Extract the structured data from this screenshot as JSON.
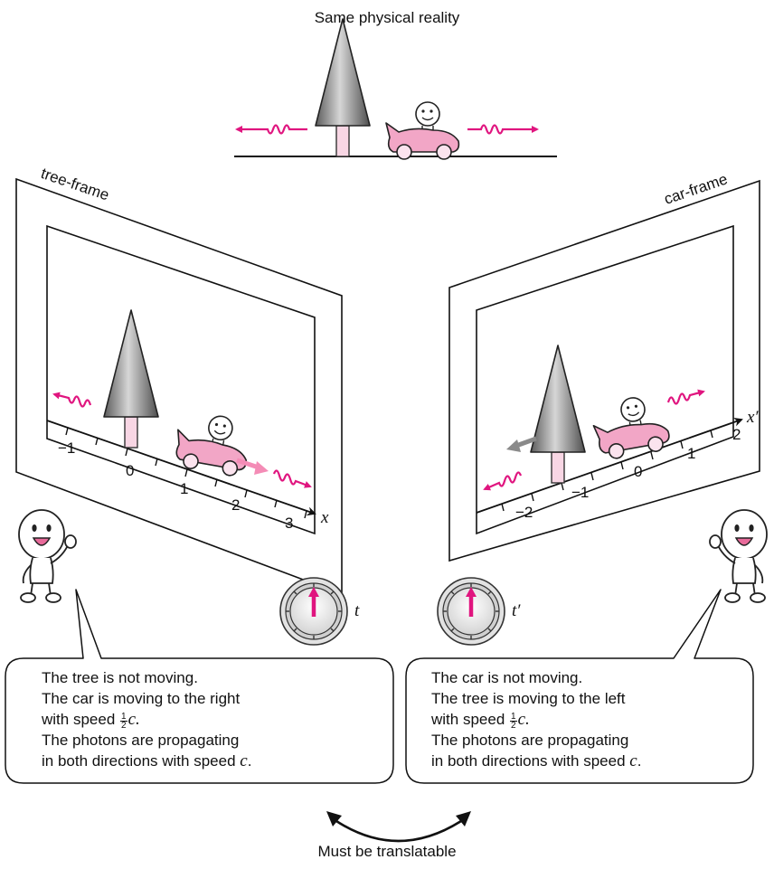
{
  "header": {
    "title": "Same physical reality"
  },
  "footer": {
    "caption": "Must be translatable"
  },
  "tree_frame": {
    "label": "tree-frame",
    "axis_label": "x",
    "ticks": [
      "−1",
      "0",
      "1",
      "2",
      "3"
    ],
    "clock_label": "t",
    "speech": {
      "line1": "The tree is not moving.",
      "line2": "The car is moving to the right",
      "line3_prefix": "with speed",
      "line3_suffix": "c.",
      "line4": "The photons are propagating",
      "line5_prefix": "in both directions with speed",
      "line5_var": "c",
      "line5_suffix": ".",
      "fraction_num": "1",
      "fraction_den": "2"
    }
  },
  "car_frame": {
    "label": "car-frame",
    "axis_label": "x′",
    "ticks": [
      "−2",
      "−1",
      "0",
      "1",
      "2"
    ],
    "clock_label": "t′",
    "speech": {
      "line1": "The car is not moving.",
      "line2": "The tree is moving to the left",
      "line3_prefix": "with speed",
      "line3_suffix": "c.",
      "line4": "The photons are propagating",
      "line5_prefix": "in both directions with speed",
      "line5_var": "c",
      "line5_suffix": ".",
      "fraction_num": "1",
      "fraction_den": "2"
    }
  },
  "colors": {
    "photon": "#e0157f",
    "car_body": "#f2a6c6",
    "car_arrow": "#f48cb6",
    "tree_arrow": "#8a8a8a",
    "tree_trunk": "#f8d6e4",
    "clock_hand": "#e0157f"
  }
}
